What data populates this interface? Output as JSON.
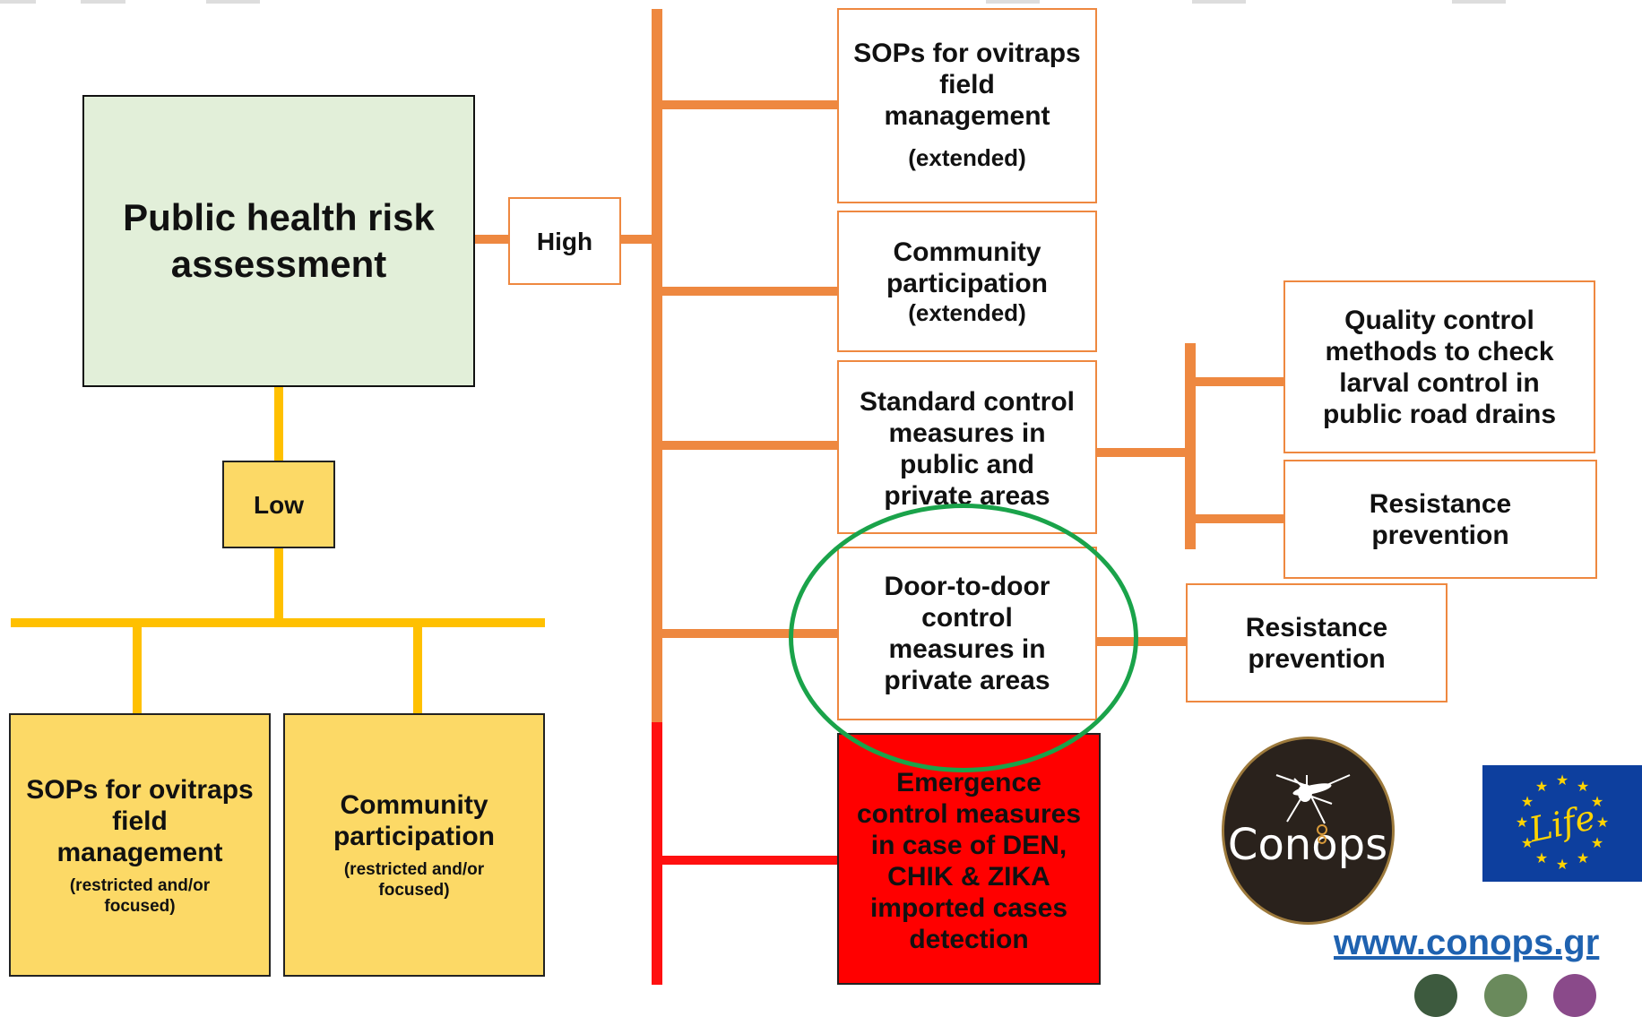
{
  "risk": {
    "title_line1": "Public health risk",
    "title_line2": "assessment"
  },
  "high_label": "High",
  "low_label": "Low",
  "high_boxes": {
    "sops": {
      "lines": [
        "SOPs for ovitraps",
        "field",
        "management"
      ],
      "note": "(extended)"
    },
    "community": {
      "lines": [
        "Community",
        "participation"
      ],
      "note": "(extended)"
    },
    "standard": {
      "lines": [
        "Standard control",
        "measures in",
        "public and",
        "private areas"
      ]
    },
    "door": {
      "lines": [
        "Door-to-door",
        "control",
        "measures in",
        "private areas"
      ]
    },
    "emergency": {
      "lines": [
        "Emergence",
        "control measures",
        "in case of DEN,",
        "CHIK & ZIKA",
        "imported cases",
        "detection"
      ]
    }
  },
  "right_boxes": {
    "quality": {
      "lines": [
        "Quality control",
        "methods to check",
        "larval control in",
        "public road drains"
      ]
    },
    "resistance_top": {
      "lines": [
        "Resistance",
        "prevention"
      ]
    },
    "resistance_door": {
      "lines": [
        "Resistance",
        "prevention"
      ]
    }
  },
  "low_boxes": {
    "sops": {
      "lines": [
        "SOPs for ovitraps",
        "field",
        "management"
      ],
      "note_line1": "(restricted and/or",
      "note_line2": "focused)"
    },
    "community": {
      "lines": [
        "Community",
        "participation"
      ],
      "note_line1": "(restricted and/or",
      "note_line2": "focused)"
    }
  },
  "logos": {
    "conops": "Conops",
    "life": "Life"
  },
  "website": "www.conops.gr",
  "colors": {
    "orange": "#ee8840",
    "yellow": "#fcd966",
    "yellow_line": "#ffc000",
    "red": "#ff1010",
    "green_outline": "#1aa34a",
    "risk_fill": "#e2efd9",
    "link": "#1f62b0"
  }
}
